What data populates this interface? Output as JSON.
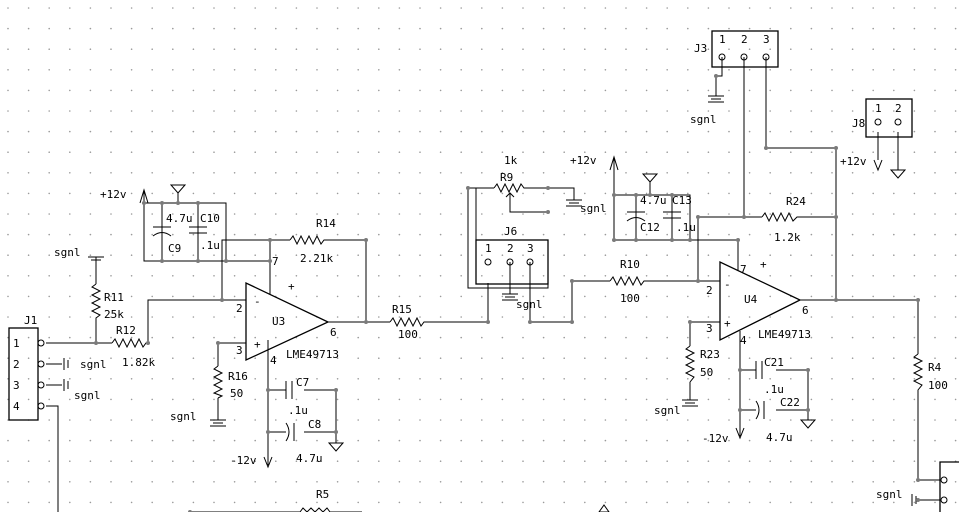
{
  "colors": {
    "background": "#ffffff",
    "ink": "#000000",
    "node": "#7a7a7a",
    "grid": "#9a9a9a"
  },
  "rails": {
    "pos": "+12v",
    "neg": "-12v",
    "ground": "sgnl"
  },
  "amps": {
    "u3": "U3",
    "u4": "U4",
    "part": "LME49713"
  },
  "pins": {
    "p2": "2",
    "p3": "3",
    "p4": "4",
    "p6": "6",
    "p7": "7",
    "p1": "1"
  },
  "parts": {
    "r11": "R11",
    "r11_val": "25k",
    "r12": "R12",
    "r12_val": "1.82k",
    "r14": "R14",
    "r14_val": "2.21k",
    "r15": "R15",
    "r15_val": "100",
    "r16": "R16",
    "r16_val": "50",
    "r9": "R9",
    "r9_val": "1k",
    "r10": "R10",
    "r10_val": "100",
    "r23": "R23",
    "r23_val": "50",
    "r24": "R24",
    "r24_val": "1.2k",
    "r4": "R4",
    "r4_val": "100",
    "r5": "R5",
    "c9": "C9",
    "c10": "C10",
    "c7": "C7",
    "c8": "C8",
    "c12": "C12",
    "c13": "C13",
    "c21": "C21",
    "c22": "C22",
    "v47": "4.7u",
    "v1": ".1u"
  },
  "connectors": {
    "j1": "J1",
    "j3": "J3",
    "j6": "J6",
    "j8": "J8"
  },
  "signs": {
    "plus": "+",
    "minus": "-"
  }
}
